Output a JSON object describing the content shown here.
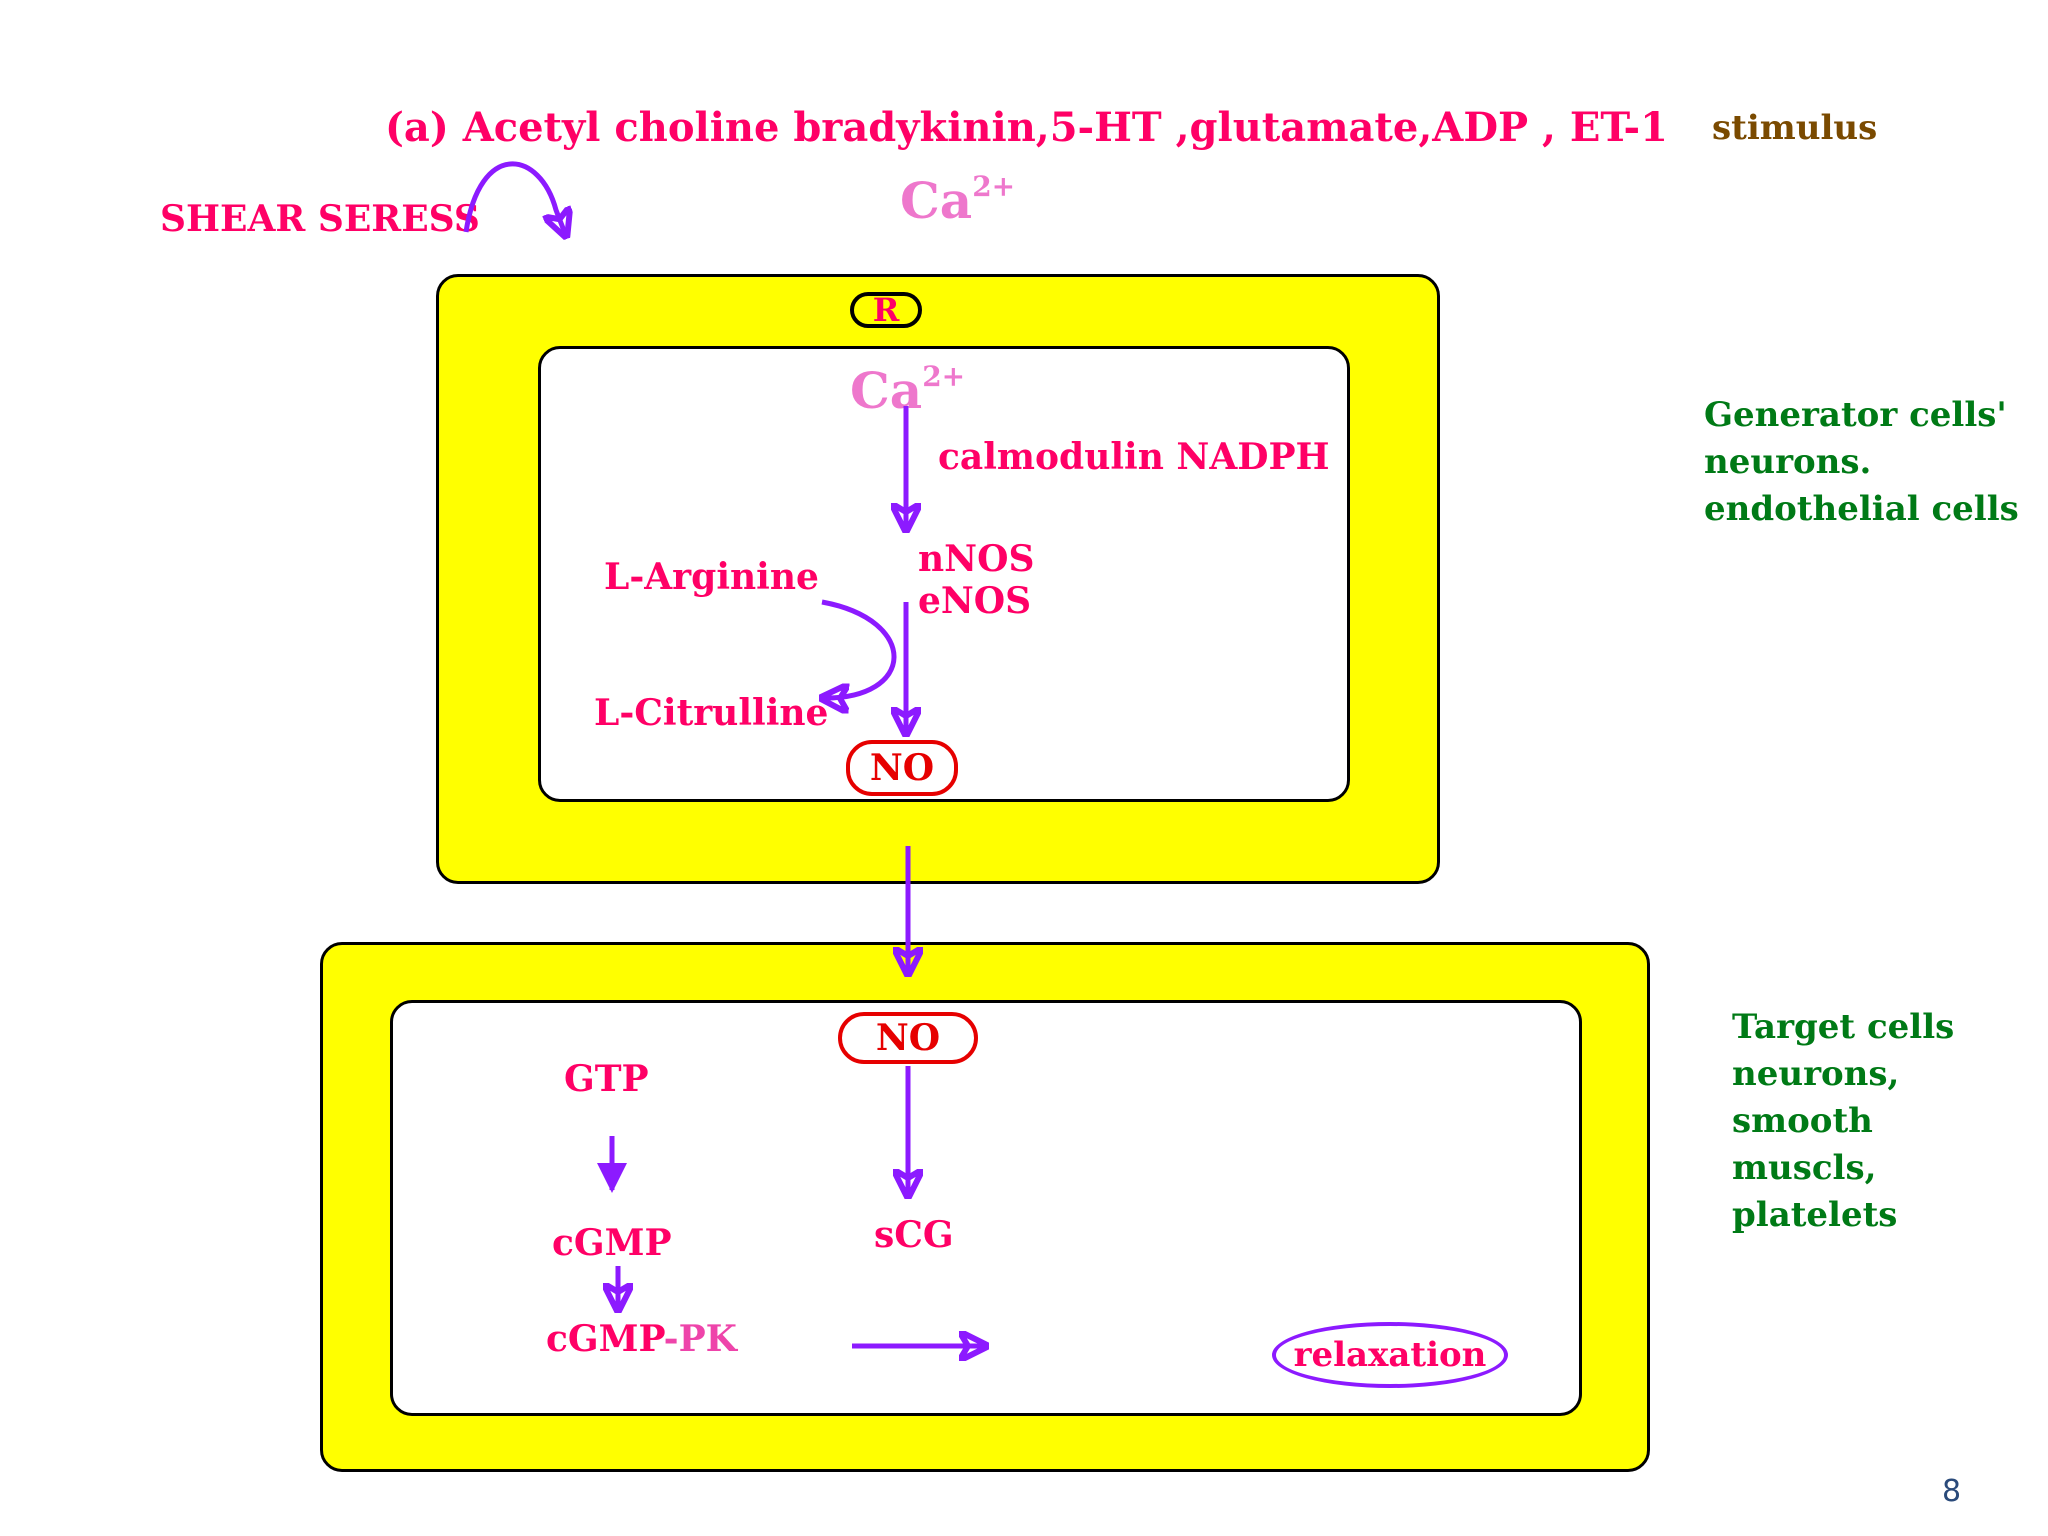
{
  "top": {
    "stimulus_line": "(a) Acetyl choline bradykinin,5-HT ,glutamate,ADP , ET-1",
    "stimulus_label": "stimulus",
    "shear": "SHEAR SERESS",
    "ca_outside": "Ca",
    "ca_sup": "2+"
  },
  "generator": {
    "receptor": "R",
    "ca_inside": "Ca",
    "ca_sup": "2+",
    "cofactors": "calmodulin  NADPH",
    "nnos": "nNOS",
    "enos": "eNOS",
    "l_arginine": "L-Arginine",
    "l_citrulline": "L-Citrulline",
    "no": "NO",
    "side_lines": [
      "Generator cells'",
      "neurons.",
      "endothelial cells"
    ]
  },
  "target": {
    "no": "NO",
    "gtp": "GTP",
    "cgmp": "cGMP",
    "cgmp_pk_a": "cGMP",
    "cgmp_pk_b": "-PK",
    "scg": "sCG",
    "relaxation": "relaxation",
    "side_lines": [
      "Target cells",
      "neurons,",
      "smooth",
      "muscls,",
      "platelets"
    ]
  },
  "page_number": "8",
  "colors": {
    "cell_fill": "#ffff00",
    "arrow": "#8c1aff",
    "label_pink": "#ff0066",
    "label_green": "#007a16",
    "no_red": "#e60000"
  }
}
